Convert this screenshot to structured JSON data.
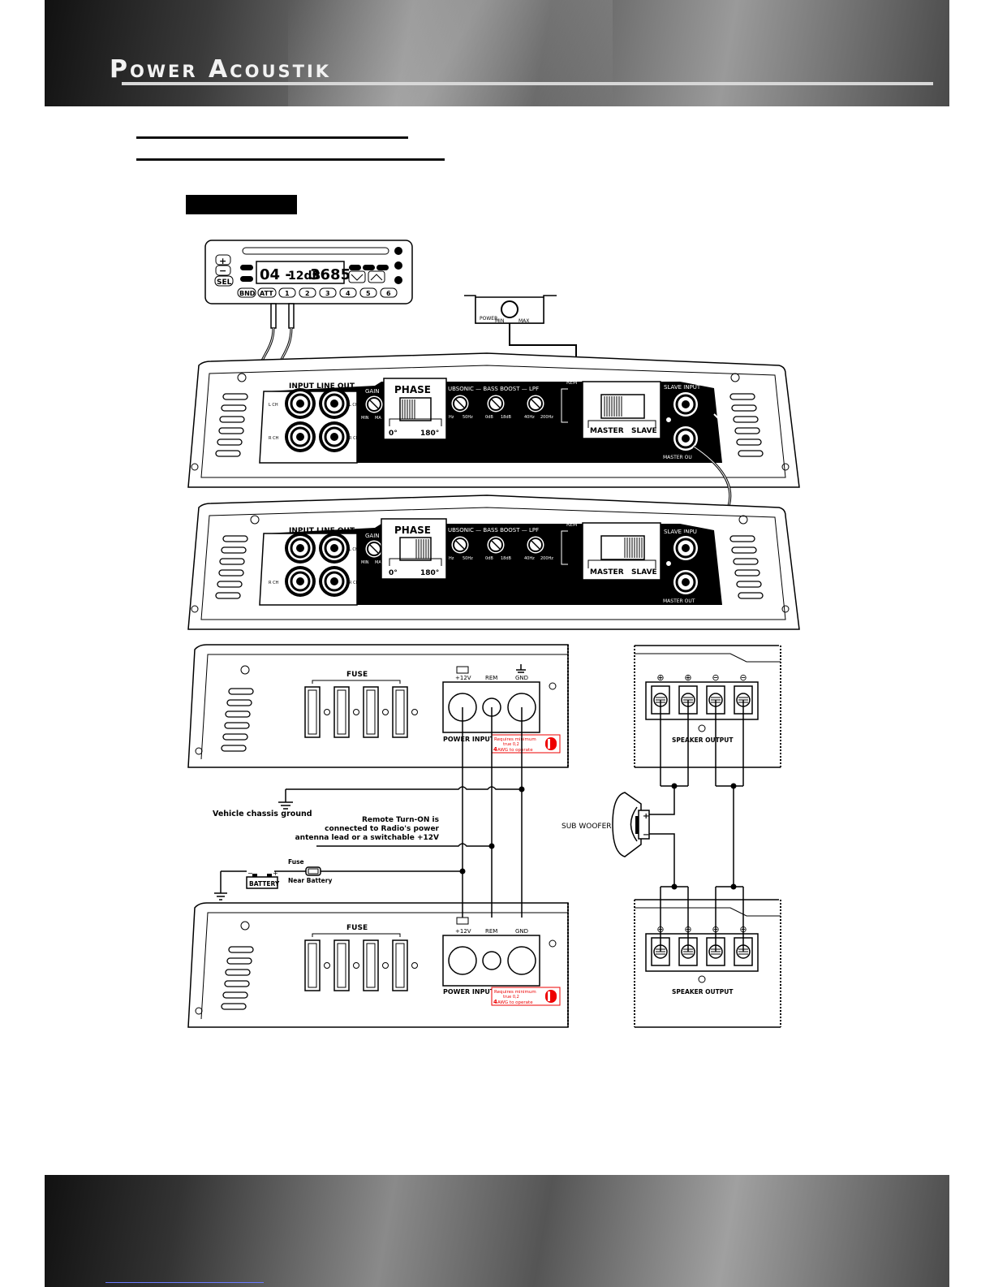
{
  "header": {
    "brand": "Power Acoustik"
  },
  "head_unit": {
    "display_track": "04 -",
    "display_db": "12dB",
    "display_freq": "3685",
    "btn_plus": "+",
    "btn_minus": "−",
    "btn_sel": "SEL",
    "btn_bnd": "BND",
    "btn_att": "ATT",
    "presets": [
      "1",
      "2",
      "3",
      "4",
      "5",
      "6"
    ]
  },
  "remote": {
    "power": "POWER",
    "min": "MIN",
    "max": "MAX"
  },
  "amp_top": {
    "input": "INPUT",
    "line_out": "LINE OUT",
    "lch": "L CH",
    "rch": "R CH",
    "gain": "GAIN",
    "gain_min": "MIN",
    "gain_max": "MA",
    "phase": "PHASE",
    "phase_0": "0°",
    "phase_180": "180°",
    "controls": "UBSONIC — BASS BOOST — LPF",
    "ticks": [
      "Hz",
      "50Hz",
      "0dB",
      "18dB",
      "40Hz",
      "200Hz"
    ],
    "rem": "REM",
    "master": "MASTER",
    "slave": "SLAVE",
    "slave_input": "SLAVE INPUT",
    "master_out": "MASTER OU"
  },
  "amp_bottom": {
    "slave_input": "SLAVE INPU",
    "master_out": "MASTER OUT"
  },
  "power": {
    "fuse": "FUSE",
    "plus12v": "+12V",
    "rem": "REM",
    "gnd": "GND",
    "power_input": "POWER INPUT",
    "req_line1": "Requires minimum",
    "req_line2": "true          0,2",
    "req_line3_num": "4",
    "req_line3": "AWG to operate"
  },
  "speaker": {
    "output": "SPEAKER OUTPUT",
    "signs": [
      "⊕",
      "⊕",
      "⊖",
      "⊖"
    ]
  },
  "labels": {
    "chassis_ground": "Vehicle chassis ground",
    "remote_turn_on_1": "Remote Turn-ON is",
    "remote_turn_on_2": "connected to Radio's power",
    "remote_turn_on_3": "antenna lead or a switchable +12V",
    "fuse": "Fuse",
    "near_battery": "Near Battery",
    "battery": "BATTERY",
    "sub_woofer": "SUB WOOFER",
    "plus": "+",
    "minus": "−"
  }
}
